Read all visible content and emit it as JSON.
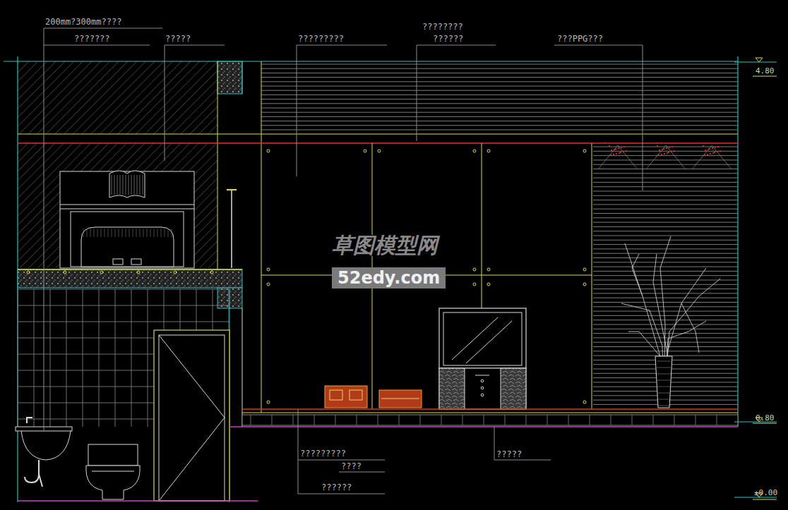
{
  "diagram": {
    "labels": [
      "200mm?300mm????",
      "???????",
      "?????",
      "?????????",
      "????????",
      "??????",
      "???PPG???",
      "4.80",
      "草图模型网",
      "52edy.com",
      "0.80",
      "?????????",
      "????",
      "?????",
      "??????",
      "±0.00"
    ]
  }
}
